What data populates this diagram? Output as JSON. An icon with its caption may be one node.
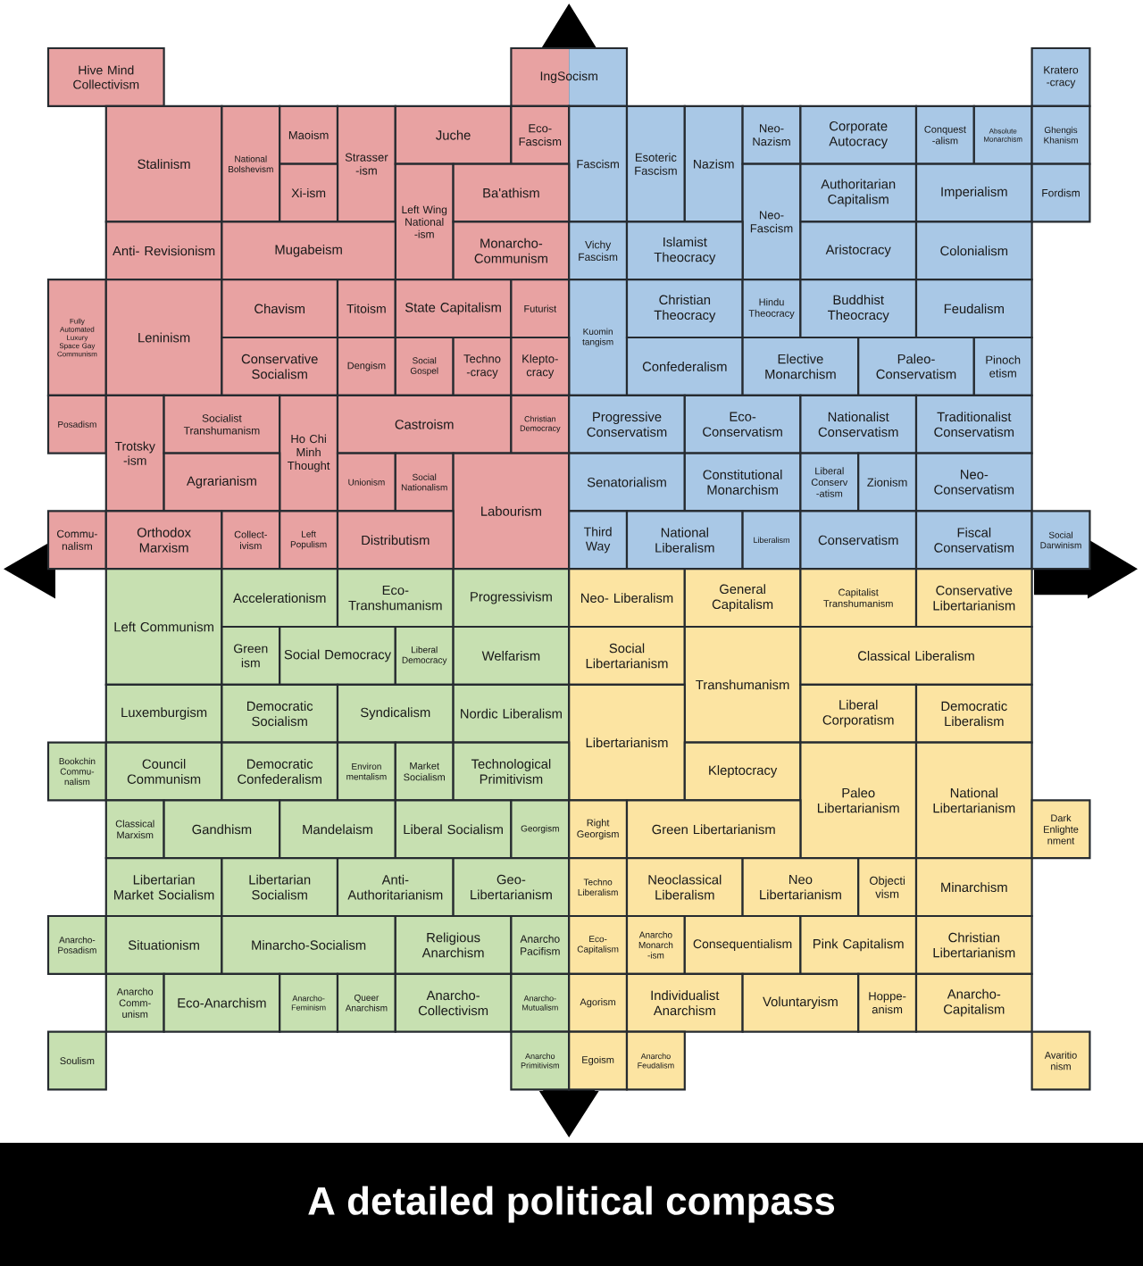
{
  "diagram": {
    "caption": "A detailed political compass",
    "nodes": [
      {
        "text": [
          "Hive Mind Collectivism"
        ]
      },
      {
        "text": [
          "IngSocism"
        ]
      },
      {
        "text": [
          "Kratero -cracy"
        ]
      },
      {
        "text": [
          "Stalinism"
        ]
      },
      {
        "text": [
          "National Bolshevism"
        ]
      },
      {
        "text": [
          "Maoism"
        ]
      },
      {
        "text": [
          "Strasser -ism"
        ]
      },
      {
        "text": [
          "Juche"
        ]
      },
      {
        "text": [
          "Eco- Fascism"
        ]
      },
      {
        "text": [
          "Fascism"
        ]
      },
      {
        "text": [
          "Esoteric Fascism"
        ]
      },
      {
        "text": [
          "Nazism"
        ]
      },
      {
        "text": [
          "Neo- Nazism"
        ]
      },
      {
        "text": [
          "Corporate Autocracy"
        ]
      },
      {
        "text": [
          "Conquest -alism"
        ]
      },
      {
        "text": [
          "Absolute Monarchism"
        ]
      },
      {
        "text": [
          "Ghengis Khanism"
        ]
      },
      {
        "text": [
          "Xi-ism"
        ]
      },
      {
        "text": [
          "Left Wing National -ism"
        ]
      },
      {
        "text": [
          "Ba'athism"
        ]
      },
      {
        "text": [
          "Neo- Fascism"
        ]
      },
      {
        "text": [
          "Authoritarian Capitalism"
        ]
      },
      {
        "text": [
          "Imperialism"
        ]
      },
      {
        "text": [
          "Fordism"
        ]
      },
      {
        "text": [
          "Anti- Revisionism"
        ]
      },
      {
        "text": [
          "Mugabeism"
        ]
      },
      {
        "text": [
          "Monarcho- Communism"
        ]
      },
      {
        "text": [
          "Vichy Fascism"
        ]
      },
      {
        "text": [
          "Islamist Theocracy"
        ]
      },
      {
        "text": [
          "Aristocracy"
        ]
      },
      {
        "text": [
          "Colonialism"
        ]
      },
      {
        "text": [
          "Fully Automated Luxury Space Gay Communism"
        ]
      },
      {
        "text": [
          "Leninism"
        ]
      },
      {
        "text": [
          "Chavism"
        ]
      },
      {
        "text": [
          "Titoism"
        ]
      },
      {
        "text": [
          "State Capitalism"
        ]
      },
      {
        "text": [
          "Futurist"
        ]
      },
      {
        "text": [
          "Kuomin tangism"
        ]
      },
      {
        "text": [
          "Christian Theocracy"
        ]
      },
      {
        "text": [
          "Hindu Theocracy"
        ]
      },
      {
        "text": [
          "Buddhist Theocracy"
        ]
      },
      {
        "text": [
          "Feudalism"
        ]
      },
      {
        "text": [
          "Conservative Socialism"
        ]
      },
      {
        "text": [
          "Dengism"
        ]
      },
      {
        "text": [
          "Social Gospel"
        ]
      },
      {
        "text": [
          "Techno -cracy"
        ]
      },
      {
        "text": [
          "Klepto- cracy"
        ]
      },
      {
        "text": [
          "Confederalism"
        ]
      },
      {
        "text": [
          "Elective Monarchism"
        ]
      },
      {
        "text": [
          "Paleo- Conservatism"
        ]
      },
      {
        "text": [
          "Pinoch etism"
        ]
      },
      {
        "text": [
          "Posadism"
        ]
      },
      {
        "text": [
          "Trotsky -ism"
        ]
      },
      {
        "text": [
          "Socialist Transhumanism"
        ]
      },
      {
        "text": [
          "Ho Chi Minh Thought"
        ]
      },
      {
        "text": [
          "Castroism"
        ]
      },
      {
        "text": [
          "Christian Democracy"
        ]
      },
      {
        "text": [
          "Progressive Conservatism"
        ]
      },
      {
        "text": [
          "Eco- Conservatism"
        ]
      },
      {
        "text": [
          "Nationalist Conservatism"
        ]
      },
      {
        "text": [
          "Traditionalist Conservatism"
        ]
      },
      {
        "text": [
          "Agrarianism"
        ]
      },
      {
        "text": [
          "Unionism"
        ]
      },
      {
        "text": [
          "Social Nationalism"
        ]
      },
      {
        "text": [
          "Labourism"
        ]
      },
      {
        "text": [
          "Senatorialism"
        ]
      },
      {
        "text": [
          "Constitutional Monarchism"
        ]
      },
      {
        "text": [
          "Liberal Conserv -atism"
        ]
      },
      {
        "text": [
          "Zionism"
        ]
      },
      {
        "text": [
          "Neo- Conservatism"
        ]
      },
      {
        "text": [
          "Commu- nalism"
        ]
      },
      {
        "text": [
          "Orthodox Marxism"
        ]
      },
      {
        "text": [
          "Collect- ivism"
        ]
      },
      {
        "text": [
          "Left Populism"
        ]
      },
      {
        "text": [
          "Distributism"
        ]
      },
      {
        "text": [
          "Third Way"
        ]
      },
      {
        "text": [
          "National Liberalism"
        ]
      },
      {
        "text": [
          "Liberalism"
        ]
      },
      {
        "text": [
          "Conservatism"
        ]
      },
      {
        "text": [
          "Fiscal Conservatism"
        ]
      },
      {
        "text": [
          "Social Darwinism"
        ]
      },
      {
        "text": [
          "Left Communism"
        ]
      },
      {
        "text": [
          "Accelerationism"
        ]
      },
      {
        "text": [
          "Eco- Transhumanism"
        ]
      },
      {
        "text": [
          "Progressivism"
        ]
      },
      {
        "text": [
          "Neo- Liberalism"
        ]
      },
      {
        "text": [
          "General Capitalism"
        ]
      },
      {
        "text": [
          "Capitalist Transhumanism"
        ]
      },
      {
        "text": [
          "Conservative Libertarianism"
        ]
      },
      {
        "text": [
          "Green ism"
        ]
      },
      {
        "text": [
          "Social Democracy"
        ]
      },
      {
        "text": [
          "Liberal Democracy"
        ]
      },
      {
        "text": [
          "Welfarism"
        ]
      },
      {
        "text": [
          "Social Libertarianism"
        ]
      },
      {
        "text": [
          "Transhumanism"
        ]
      },
      {
        "text": [
          "Classical Liberalism"
        ]
      },
      {
        "text": [
          "Luxemburgism"
        ]
      },
      {
        "text": [
          "Democratic Socialism"
        ]
      },
      {
        "text": [
          "Syndicalism"
        ]
      },
      {
        "text": [
          "Nordic Liberalism"
        ]
      },
      {
        "text": [
          "Libertarianism"
        ]
      },
      {
        "text": [
          "Liberal Corporatism"
        ]
      },
      {
        "text": [
          "Democratic Liberalism"
        ]
      },
      {
        "text": [
          "Bookchin Commu- nalism"
        ]
      },
      {
        "text": [
          "Council Communism"
        ]
      },
      {
        "text": [
          "Democratic Confederalism"
        ]
      },
      {
        "text": [
          "Environ mentalism"
        ]
      },
      {
        "text": [
          "Market Socialism"
        ]
      },
      {
        "text": [
          "Technological Primitivism"
        ]
      },
      {
        "text": [
          "Kleptocracy"
        ]
      },
      {
        "text": [
          "Paleo Libertarianism"
        ]
      },
      {
        "text": [
          "National Libertarianism"
        ]
      },
      {
        "text": [
          "Classical Marxism"
        ]
      },
      {
        "text": [
          "Gandhism"
        ]
      },
      {
        "text": [
          "Mandelaism"
        ]
      },
      {
        "text": [
          "Liberal Socialism"
        ]
      },
      {
        "text": [
          "Georgism"
        ]
      },
      {
        "text": [
          "Right Georgism"
        ]
      },
      {
        "text": [
          "Green Libertarianism"
        ]
      },
      {
        "text": [
          "Dark Enlighte nment"
        ]
      },
      {
        "text": [
          "Libertarian Market Socialism"
        ]
      },
      {
        "text": [
          "Libertarian Socialism"
        ]
      },
      {
        "text": [
          "Anti- Authoritarianism"
        ]
      },
      {
        "text": [
          "Geo- Libertarianism"
        ]
      },
      {
        "text": [
          "Techno Liberalism"
        ]
      },
      {
        "text": [
          "Neoclassical Liberalism"
        ]
      },
      {
        "text": [
          "Neo Libertarianism"
        ]
      },
      {
        "text": [
          "Objecti vism"
        ]
      },
      {
        "text": [
          "Minarchism"
        ]
      },
      {
        "text": [
          "Anarcho- Posadism"
        ]
      },
      {
        "text": [
          "Situationism"
        ]
      },
      {
        "text": [
          "Minarcho-Socialism"
        ]
      },
      {
        "text": [
          "Religious Anarchism"
        ]
      },
      {
        "text": [
          "Anarcho Pacifism"
        ]
      },
      {
        "text": [
          "Eco- Capitalism"
        ]
      },
      {
        "text": [
          "Anarcho Monarch -ism"
        ]
      },
      {
        "text": [
          "Consequentialism"
        ]
      },
      {
        "text": [
          "Pink Capitalism"
        ]
      },
      {
        "text": [
          "Christian Libertarianism"
        ]
      },
      {
        "text": [
          "Anarcho Comm- unism"
        ]
      },
      {
        "text": [
          "Eco-Anarchism"
        ]
      },
      {
        "text": [
          "Anarcho- Feminism"
        ]
      },
      {
        "text": [
          "Queer Anarchism"
        ]
      },
      {
        "text": [
          "Anarcho- Collectivism"
        ]
      },
      {
        "text": [
          "Anarcho- Mutualism"
        ]
      },
      {
        "text": [
          "Agorism"
        ]
      },
      {
        "text": [
          "Individualist Anarchism"
        ]
      },
      {
        "text": [
          "Voluntaryism"
        ]
      },
      {
        "text": [
          "Hoppe- anism"
        ]
      },
      {
        "text": [
          "Anarcho- Capitalism"
        ]
      },
      {
        "text": [
          "Soulism"
        ]
      },
      {
        "text": [
          "Anarcho Primitivism"
        ]
      },
      {
        "text": [
          "Egoism"
        ]
      },
      {
        "text": [
          "Anarcho Feudalism"
        ]
      },
      {
        "text": [
          "Avaritio nism"
        ]
      }
    ]
  }
}
